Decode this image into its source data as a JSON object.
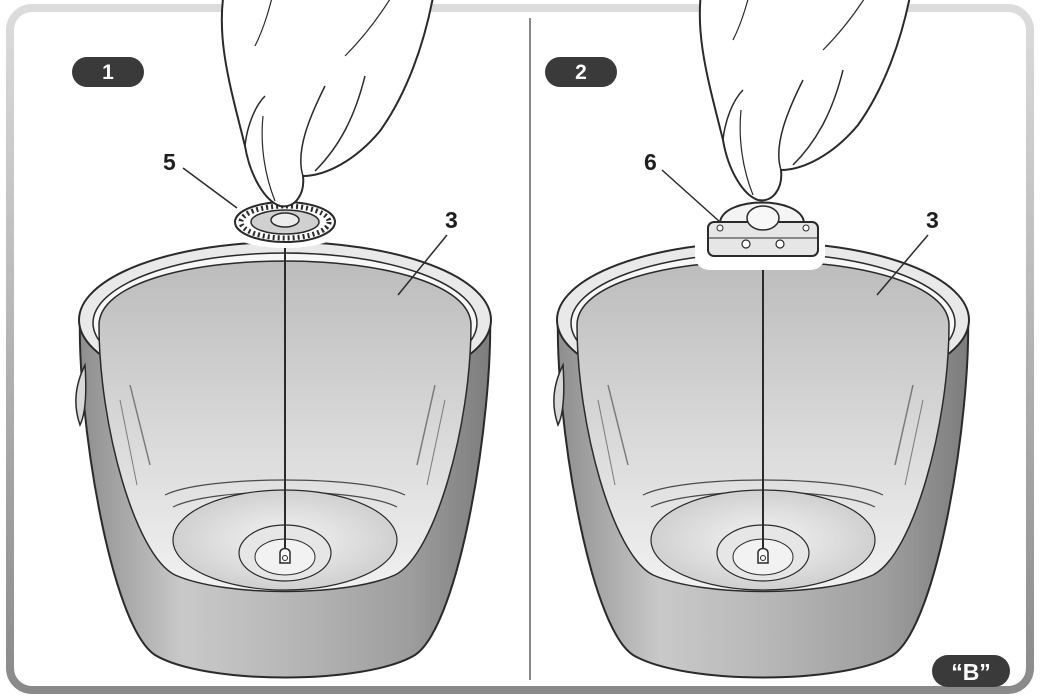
{
  "steps": [
    {
      "number": "1",
      "part_label": "5",
      "part_name": "whisk",
      "jug_label": "3"
    },
    {
      "number": "2",
      "part_label": "6",
      "part_name": "stirrer",
      "jug_label": "3"
    }
  ],
  "figure_tag": "“B”",
  "colors": {
    "frame": "#d6d6d6",
    "badge": "#3a3a3a",
    "jug_outer": "#bdbdbd",
    "jug_inner": "#cfcfcf",
    "outline": "#2a2a2a"
  }
}
